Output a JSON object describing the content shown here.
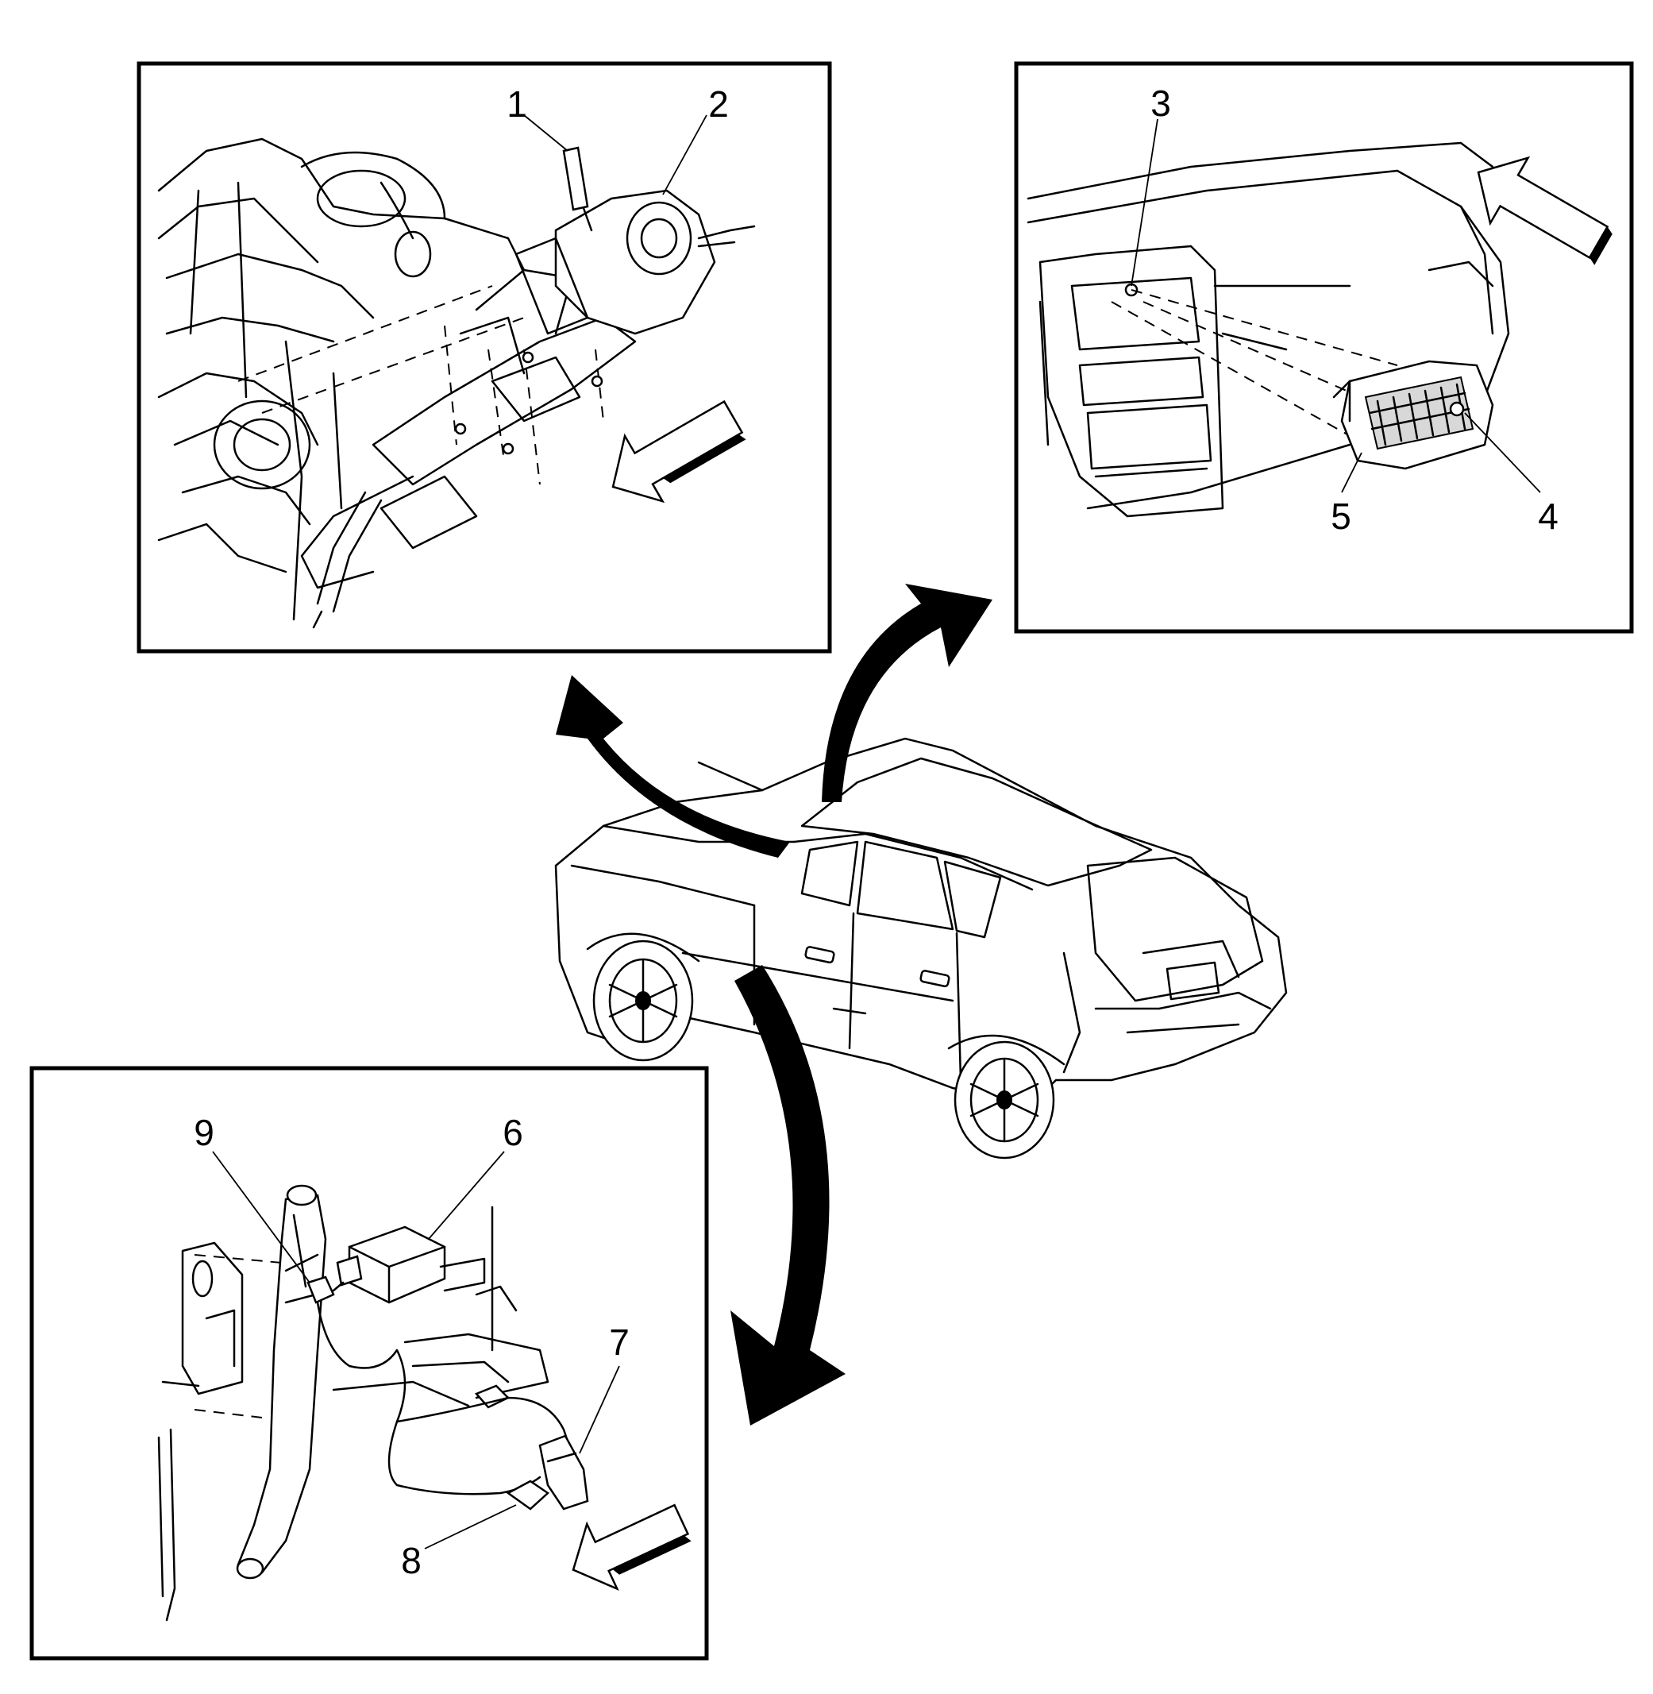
{
  "colors": {
    "ink": "#000000",
    "paper": "#ffffff"
  },
  "callouts": [
    {
      "id": "1",
      "label": "1"
    },
    {
      "id": "2",
      "label": "2"
    },
    {
      "id": "3",
      "label": "3"
    },
    {
      "id": "4",
      "label": "4"
    },
    {
      "id": "5",
      "label": "5"
    },
    {
      "id": "6",
      "label": "6"
    },
    {
      "id": "7",
      "label": "7"
    },
    {
      "id": "8",
      "label": "8"
    },
    {
      "id": "9",
      "label": "9"
    }
  ],
  "icons": {
    "front_arrow": "forward-direction-arrow-icon",
    "car": "sedan-vehicle-icon"
  }
}
